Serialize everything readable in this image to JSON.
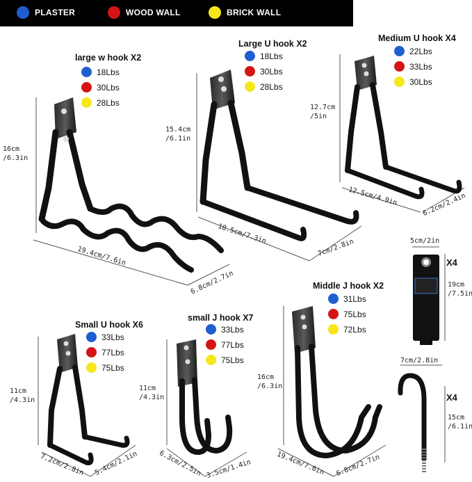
{
  "legend": {
    "items": [
      {
        "label": "PLASTER",
        "color": "#1e5fd0"
      },
      {
        "label": "WOOD WALL",
        "color": "#d41414"
      },
      {
        "label": "BRICK WALL",
        "color": "#f6e61a"
      }
    ]
  },
  "hooks": {
    "large_w": {
      "title": "large w hook X2",
      "capacities": [
        "18Lbs",
        "30Lbs",
        "28Lbs"
      ],
      "height_cm": "16cm",
      "height_in": "/6.3in",
      "length": "19.4cm/7.6in",
      "width": "6.8cm/2.7in"
    },
    "large_u": {
      "title": "Large U hook X2",
      "capacities": [
        "18Lbs",
        "30Lbs",
        "28Lbs"
      ],
      "height_cm": "15.4cm",
      "height_in": "/6.1in",
      "length": "18.5cm/7.3in",
      "width": "7cm/2.8in"
    },
    "medium_u": {
      "title": "Medium U hook X4",
      "capacities": [
        "22Lbs",
        "33Lbs",
        "30Lbs"
      ],
      "height_cm": "12.7cm",
      "height_in": "/5in",
      "length": "12.5cm/4.9in",
      "width": "6.2cm/2.4in"
    },
    "small_u": {
      "title": "Small U hook X6",
      "capacities": [
        "33Lbs",
        "77Lbs",
        "75Lbs"
      ],
      "height_cm": "11cm",
      "height_in": "/4.3in",
      "length": "7.2cm/2.8in",
      "width": "5.4cm/2.1in"
    },
    "small_j": {
      "title": "small J hook X7",
      "capacities": [
        "33Lbs",
        "77Lbs",
        "75Lbs"
      ],
      "height_cm": "11cm",
      "height_in": "/4.3in",
      "length": "6.3cm/2.5in",
      "width": "3.5cm/1.4in"
    },
    "middle_j": {
      "title": "Middle J hook X2",
      "capacities": [
        "31Lbs",
        "75Lbs",
        "72Lbs"
      ],
      "height_cm": "16cm",
      "height_in": "/6.3in",
      "length": "19.4cm/7.6in",
      "width": "6.8cm/2.7in"
    }
  },
  "strap": {
    "width": "5cm/2in",
    "length_cm": "19cm",
    "length_in": "/7.5in",
    "qty": "X4"
  },
  "screw_hook": {
    "width": "7cm/2.8in",
    "length_cm": "15cm",
    "length_in": "/6.1in",
    "qty": "X4"
  }
}
